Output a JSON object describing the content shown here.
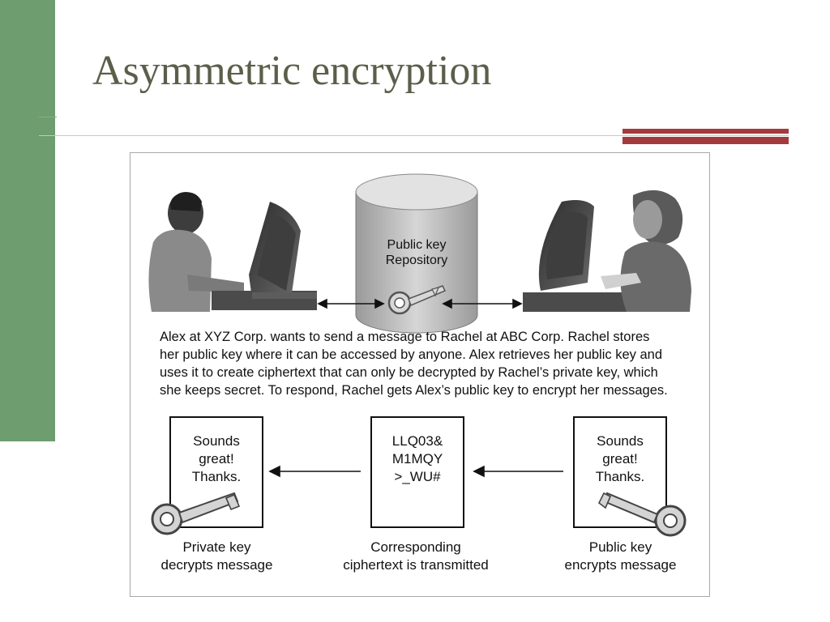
{
  "slide": {
    "title": "Asymmetric encryption"
  },
  "figure": {
    "repository_label": "Public key\nRepository",
    "description": "Alex at XYZ Corp. wants to send a message to Rachel at ABC Corp. Rachel stores\nher public key where it can be accessed by anyone. Alex retrieves her public key and\nuses it to create ciphertext that can only be decrypted by Rachel’s private key, which\nshe keeps secret. To respond, Rachel gets Alex’s public key to encrypt her messages.",
    "boxes": [
      {
        "text": "Sounds\ngreat!\nThanks.",
        "caption": "Private key\ndecrypts message"
      },
      {
        "text": "LLQ03&\nM1MQY\n>_WU#",
        "caption": "Corresponding\nciphertext is transmitted"
      },
      {
        "text": "Sounds\ngreat!\nThanks.",
        "caption": "Public key\nencrypts message"
      }
    ],
    "colors": {
      "cylinder": "#c8c8c8",
      "sidebar": "#6e9d70",
      "accent": "#a33a3e"
    }
  }
}
